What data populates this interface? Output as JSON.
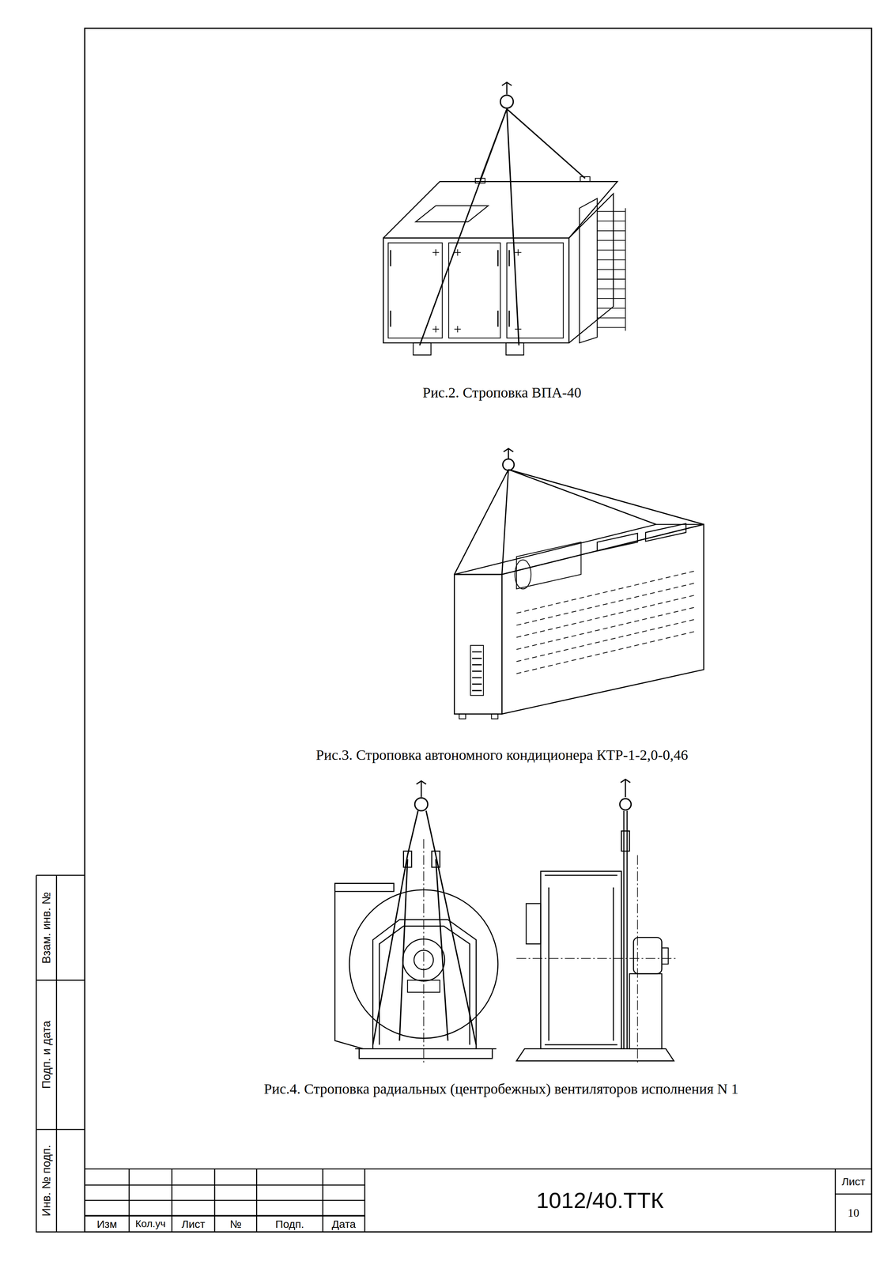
{
  "diagram": {
    "labels": [
      "Рис.2. Строповка ВПА-40",
      "Рис.3. Строповка автономного кондиционера КТР-1-2,0-0,46",
      "Рис.4. Строповка радиальных (центробежных) вентиляторов исполнения N 1",
      "Взам. инв. №",
      "Подп. и дата",
      "Инв. № подп.",
      "Изм",
      "Кол.уч",
      "Лист",
      "№",
      "Подп.",
      "Дата",
      "1012/40.ТТК",
      "Лист",
      "10"
    ]
  }
}
